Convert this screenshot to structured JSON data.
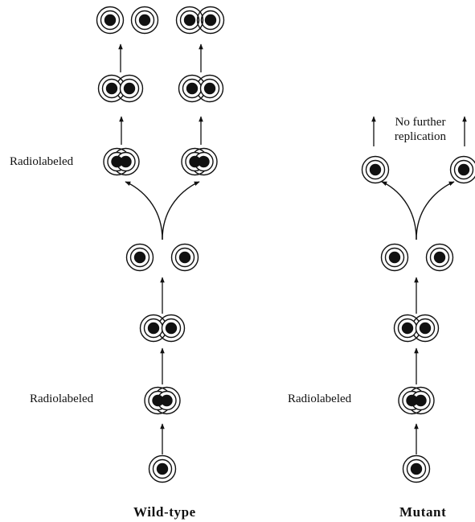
{
  "colors": {
    "ink": "#111111",
    "background": "#ffffff"
  },
  "wild_type": {
    "title": "Wild-type",
    "lower_label": "Radiolabeled",
    "upper_label": "Radiolabeled"
  },
  "mutant": {
    "title": "Mutant",
    "lower_label": "Radiolabeled",
    "note_line1": "No further",
    "note_line2": "replication"
  },
  "icons": [
    "up-arrow-icon",
    "branch-arrow-icon",
    "cell-icon",
    "dividing-cell-icon"
  ]
}
